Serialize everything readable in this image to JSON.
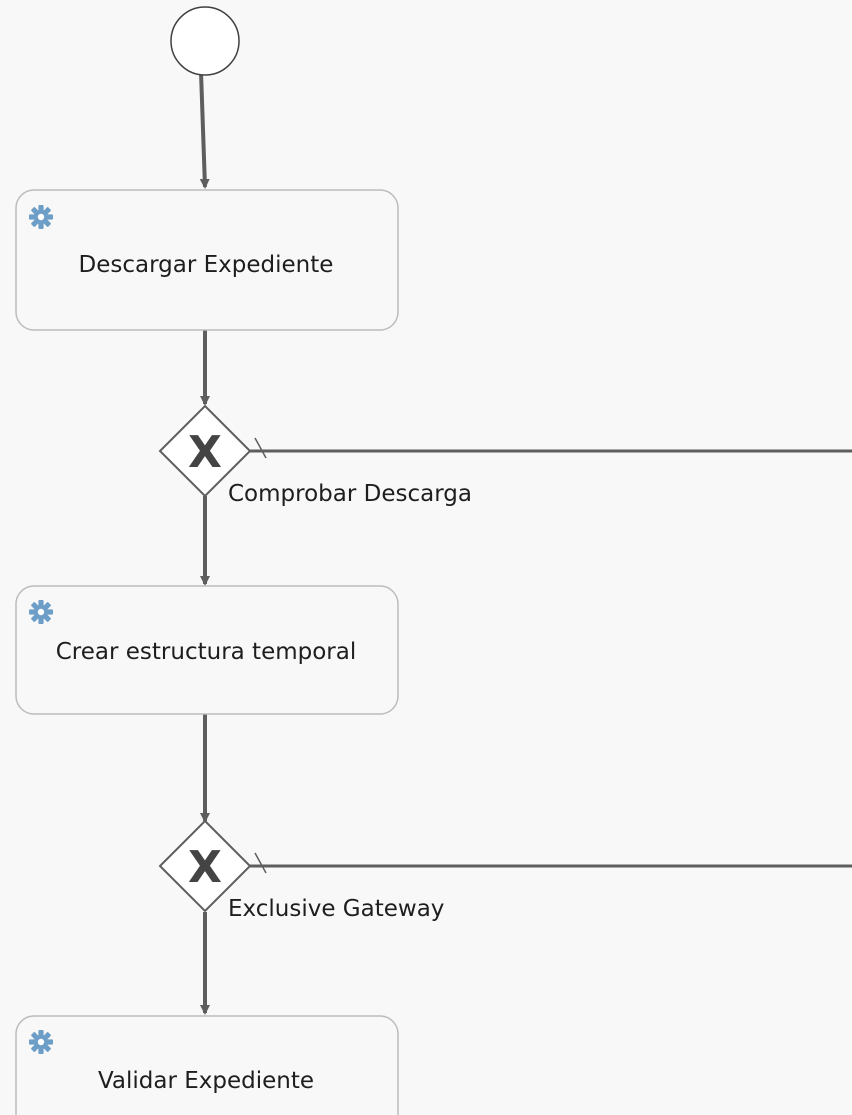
{
  "diagram": {
    "start_event": {
      "kind": "start-event"
    },
    "tasks": [
      {
        "id": "task-1",
        "label": "Descargar Expediente",
        "icon": "gear-icon",
        "icon_color": "#6d9ec8"
      },
      {
        "id": "task-2",
        "label": "Crear estructura temporal",
        "icon": "gear-icon",
        "icon_color": "#6d9ec8"
      },
      {
        "id": "task-3",
        "label": "Validar Expediente",
        "icon": "gear-icon",
        "icon_color": "#6d9ec8"
      }
    ],
    "gateways": [
      {
        "id": "gateway-1",
        "label": "Comprobar Descarga",
        "marker": "X"
      },
      {
        "id": "gateway-2",
        "label": "Exclusive Gateway",
        "marker": "X"
      }
    ],
    "colors": {
      "background": "#f8f8f8",
      "task_fill": "#f8f8f8",
      "task_stroke": "#bcbcbc",
      "flow": "#5e5e5e",
      "gear": "#6d9ec8"
    }
  }
}
